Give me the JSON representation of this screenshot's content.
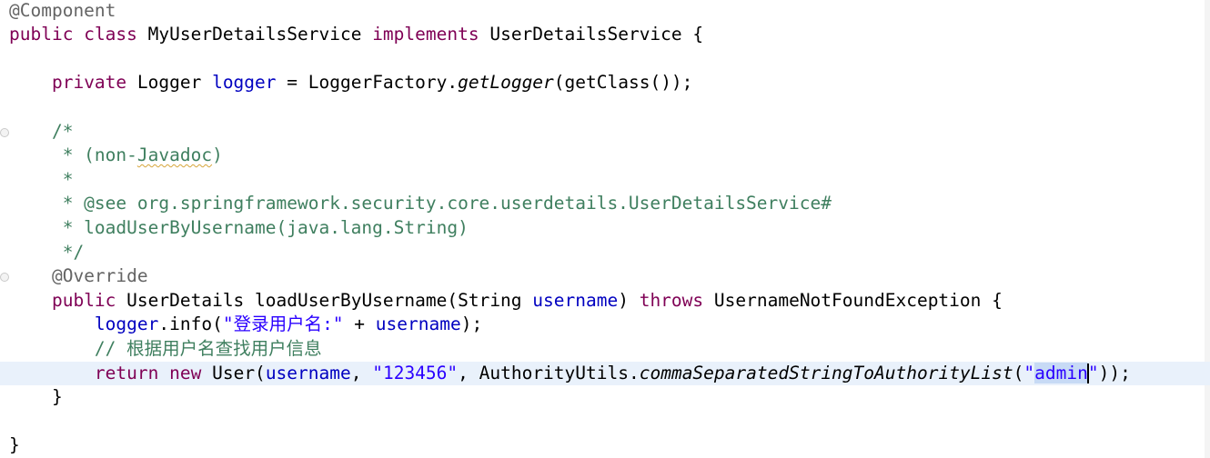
{
  "editor": {
    "lines": [
      [
        {
          "t": "@Component",
          "c": "ann"
        }
      ],
      [
        {
          "t": "public",
          "c": "kw"
        },
        {
          "t": " "
        },
        {
          "t": "class",
          "c": "kw"
        },
        {
          "t": " MyUserDetailsService "
        },
        {
          "t": "implements",
          "c": "kw"
        },
        {
          "t": " UserDetailsService {"
        }
      ],
      [],
      [
        {
          "t": "    "
        },
        {
          "t": "private",
          "c": "kw"
        },
        {
          "t": " Logger "
        },
        {
          "t": "logger",
          "c": "field"
        },
        {
          "t": " = LoggerFactory."
        },
        {
          "t": "getLogger",
          "c": "it"
        },
        {
          "t": "(getClass());"
        }
      ],
      [],
      [
        {
          "t": "    /*",
          "c": "cmt"
        }
      ],
      [
        {
          "t": "     * (non-",
          "c": "cmt"
        },
        {
          "t": "Javadoc",
          "c": "cmt squiggle"
        },
        {
          "t": ")",
          "c": "cmt"
        }
      ],
      [
        {
          "t": "     *",
          "c": "cmt"
        }
      ],
      [
        {
          "t": "     * @see org.springframework.security.core.userdetails.UserDetailsService#",
          "c": "cmt"
        }
      ],
      [
        {
          "t": "     * loadUserByUsername(java.lang.String)",
          "c": "cmt"
        }
      ],
      [
        {
          "t": "     */",
          "c": "cmt"
        }
      ],
      [
        {
          "t": "    "
        },
        {
          "t": "@Override",
          "c": "ann"
        }
      ],
      [
        {
          "t": "    "
        },
        {
          "t": "public",
          "c": "kw"
        },
        {
          "t": " UserDetails loadUserByUsername(String "
        },
        {
          "t": "username",
          "c": "field"
        },
        {
          "t": ") "
        },
        {
          "t": "throws",
          "c": "kw"
        },
        {
          "t": " UsernameNotFoundException {"
        }
      ],
      [
        {
          "t": "        "
        },
        {
          "t": "logger",
          "c": "field"
        },
        {
          "t": ".info("
        },
        {
          "t": "\"登录用户名:\"",
          "c": "str"
        },
        {
          "t": " + "
        },
        {
          "t": "username",
          "c": "field"
        },
        {
          "t": ");"
        }
      ],
      [
        {
          "t": "        // 根据用户名查找用户信息",
          "c": "cmt"
        }
      ],
      [
        {
          "t": "        "
        },
        {
          "t": "return",
          "c": "kw"
        },
        {
          "t": " "
        },
        {
          "t": "new",
          "c": "kw"
        },
        {
          "t": " User("
        },
        {
          "t": "username",
          "c": "field"
        },
        {
          "t": ", "
        },
        {
          "t": "\"123456\"",
          "c": "str"
        },
        {
          "t": ", AuthorityUtils."
        },
        {
          "t": "commaSeparatedStringToAuthorityList",
          "c": "it"
        },
        {
          "t": "("
        },
        {
          "t": "\"",
          "c": "str"
        },
        {
          "t": "admin",
          "c": "sel"
        },
        {
          "caret": true
        },
        {
          "t": "\"",
          "c": "str"
        },
        {
          "t": "));"
        }
      ],
      [
        {
          "t": "    }"
        }
      ],
      [],
      [
        {
          "t": "}"
        }
      ]
    ],
    "current_line": 15,
    "fold_lines": [
      5,
      11
    ]
  }
}
